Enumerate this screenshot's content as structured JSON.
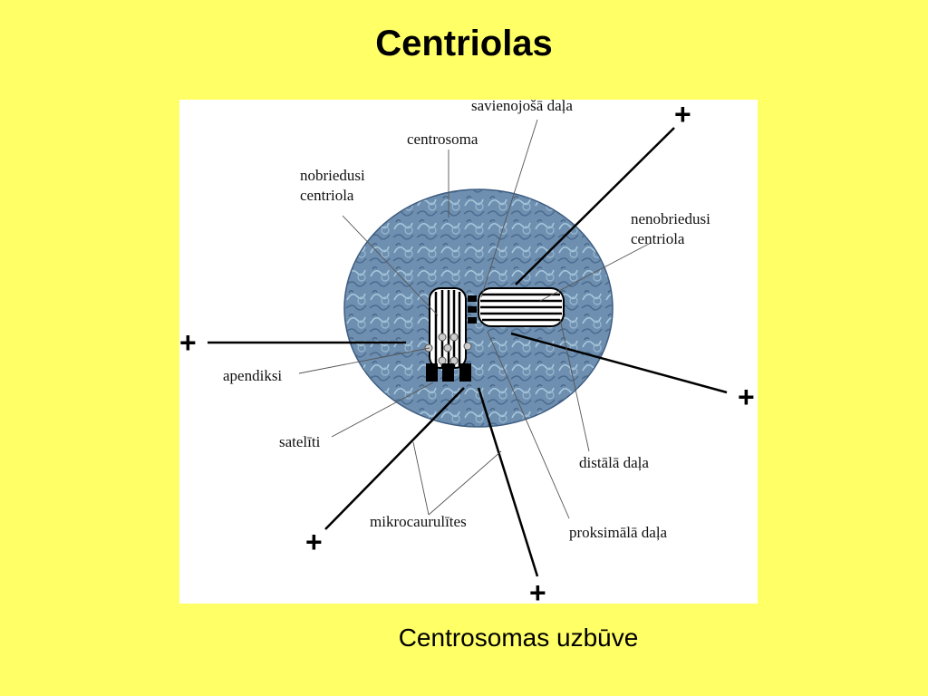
{
  "title": "Centriolas",
  "caption": "Centrosomas uzbūve",
  "labels": {
    "savienojosa_dala": "savienojošā daļa",
    "centrosoma": "centrosoma",
    "nobriedusi_centriola": [
      "nobriedusi",
      "centriola"
    ],
    "nenobriedusi_centriola": [
      "nenobriedusi",
      "centriola"
    ],
    "apendiksi": "apendiksi",
    "sateliti": "satelīti",
    "mikrocaurulites": "mikrocaurulītes",
    "distala_dala": "distālā daļa",
    "proksimala_dala": "proksimālā daļa"
  },
  "plus_sign": "+",
  "colors": {
    "background": "#FFFF66",
    "panel": "#FFFFFF",
    "centrosome_fill": "#6E8FB0",
    "line": "#000000",
    "leader": "#666666"
  }
}
